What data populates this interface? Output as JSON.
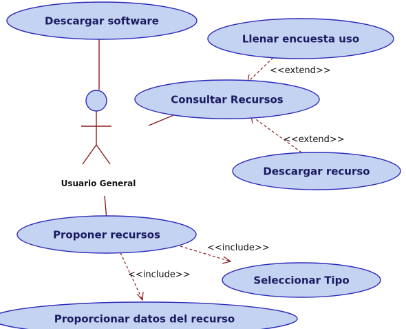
{
  "diagram": {
    "actor": {
      "name": "Usuario General"
    },
    "use_cases": {
      "descargar_software": "Descargar software",
      "llenar_encuesta": "Llenar encuesta uso",
      "consultar_recursos": "Consultar Recursos",
      "descargar_recurso": "Descargar recurso",
      "proponer_recursos": "Proponer recursos",
      "seleccionar_tipo": "Seleccionar Tipo",
      "proporcionar_datos": "Proporcionar datos del recurso"
    },
    "relationships": {
      "extend_llenar_consultar": "<<extend>>",
      "extend_descargar_consultar": "<<extend>>",
      "include_proponer_seleccionar": "<<include>>",
      "include_proponer_proporcionar": "<<include>>"
    },
    "colors": {
      "ellipse_fill": "#c5d3f2",
      "ellipse_stroke": "#2b2bb8",
      "line": "#8a1a1a",
      "text": "#1a1a60"
    }
  }
}
